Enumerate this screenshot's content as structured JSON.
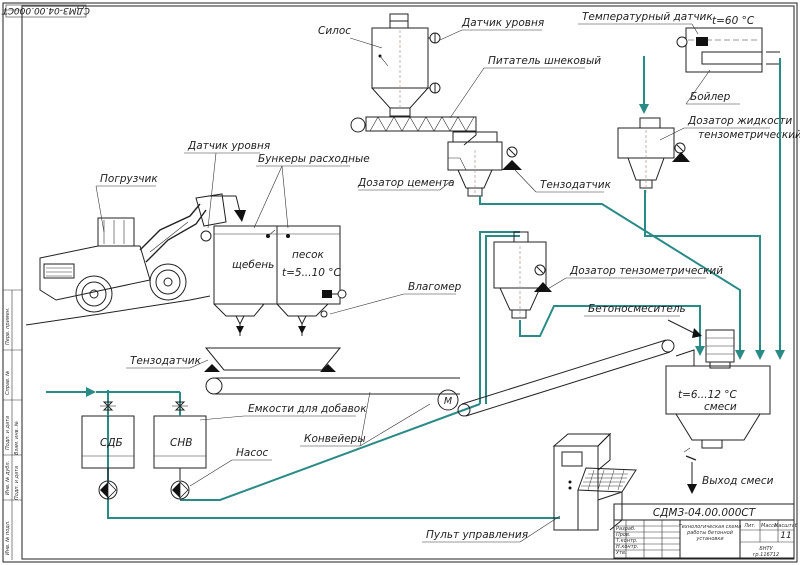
{
  "sheet": {
    "code_top": "СДМЗ-04.00.000СТ",
    "code_title": "СДМЗ-04.00.000СТ"
  },
  "labels": {
    "silo": "Силос",
    "level_sensor_1": "Датчик уровня",
    "screw_feeder": "Питатель шнековый",
    "temp_sensor": "Температурный датчик",
    "temp_value": "t=60 °C",
    "boiler": "Бойлер",
    "liquid_doser_1": "Дозатор жидкости",
    "liquid_doser_2": "тензометрический",
    "level_sensor_2": "Датчик уровня",
    "bunkers": "Бункеры расходные",
    "cement_doser": "Дозатор цемента",
    "load_cell_1": "Тензодатчик",
    "loader": "Погрузчик",
    "gravel": "щебень",
    "sand": "песок",
    "sand_temp": "t=5...10 °C",
    "tenso_doser": "Дозатор тензометрический",
    "moisture_meter": "Влагомер",
    "concrete_mixer": "Бетоносмеситель",
    "load_cell_2": "Тензодатчик",
    "mix_temp": "t=6...12 °C",
    "mix_temp_2": "смеси",
    "additive_tanks": "Емкости для добавок",
    "sdb": "СДБ",
    "snv": "СНВ",
    "motor": "М",
    "conveyors": "Конвейеры",
    "pump": "Насос",
    "mix_output": "Выход смеси",
    "control_panel": "Пульт управления"
  },
  "title_block": {
    "name_1": "Технологическая схема",
    "name_2": "работы бетонной",
    "name_3": "установки",
    "sheet_no": "11",
    "org_1": "БНТУ",
    "org_2": "гр.116712",
    "rows": [
      "Разраб.",
      "Пров.",
      "Т.контр.",
      "Н.контр.",
      "Утв."
    ],
    "cols": [
      "Лит.",
      "Масса",
      "Масштаб"
    ]
  },
  "side_strip": [
    "Перв. примен.",
    "Справ. №",
    "Подп. и дата",
    "Инв. № дубл.",
    "Взам. инв. №",
    "Подп. и дата",
    "Инв. № подл."
  ]
}
